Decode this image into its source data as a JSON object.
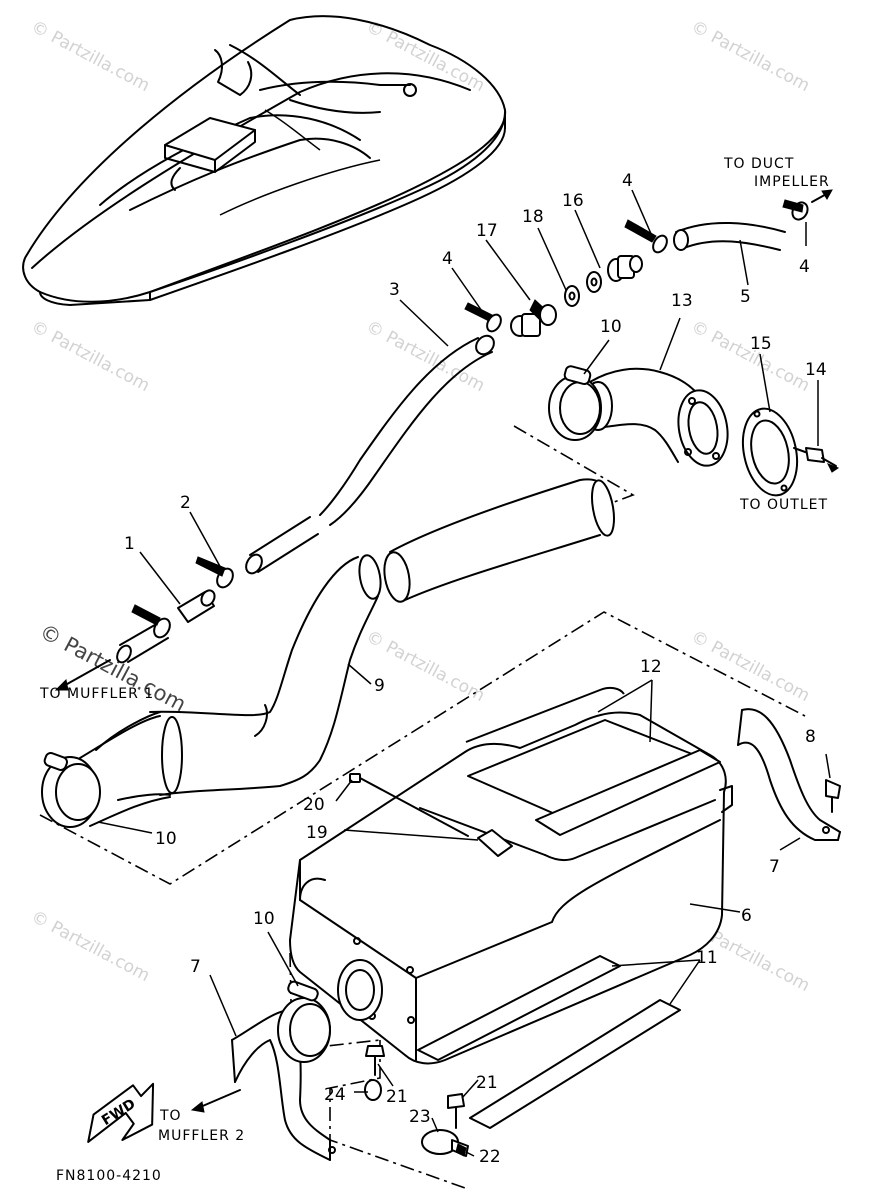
{
  "watermark": "© Partzilla.com",
  "diagram_code": "FN8100-4210",
  "labels": {
    "to_duct_impeller_1": "TO DUCT",
    "to_duct_impeller_2": "IMPELLER",
    "to_outlet": "TO OUTLET",
    "to_muffler_1": "TO MUFFLER 1",
    "to_muffler_2_a": "TO",
    "to_muffler_2_b": "MUFFLER 2",
    "fwd": "FWD"
  },
  "callouts": {
    "c1": "1",
    "c2": "2",
    "c3": "3",
    "c4a": "4",
    "c4b": "4",
    "c4c": "4",
    "c5": "5",
    "c6": "6",
    "c7a": "7",
    "c7b": "7",
    "c8": "8",
    "c9": "9",
    "c10a": "10",
    "c10b": "10",
    "c10c": "10",
    "c11": "11",
    "c12": "12",
    "c13": "13",
    "c14": "14",
    "c15": "15",
    "c16": "16",
    "c17": "17",
    "c18": "18",
    "c19": "19",
    "c20": "20",
    "c21a": "21",
    "c21b": "21",
    "c22": "22",
    "c23": "23",
    "c24": "24"
  }
}
